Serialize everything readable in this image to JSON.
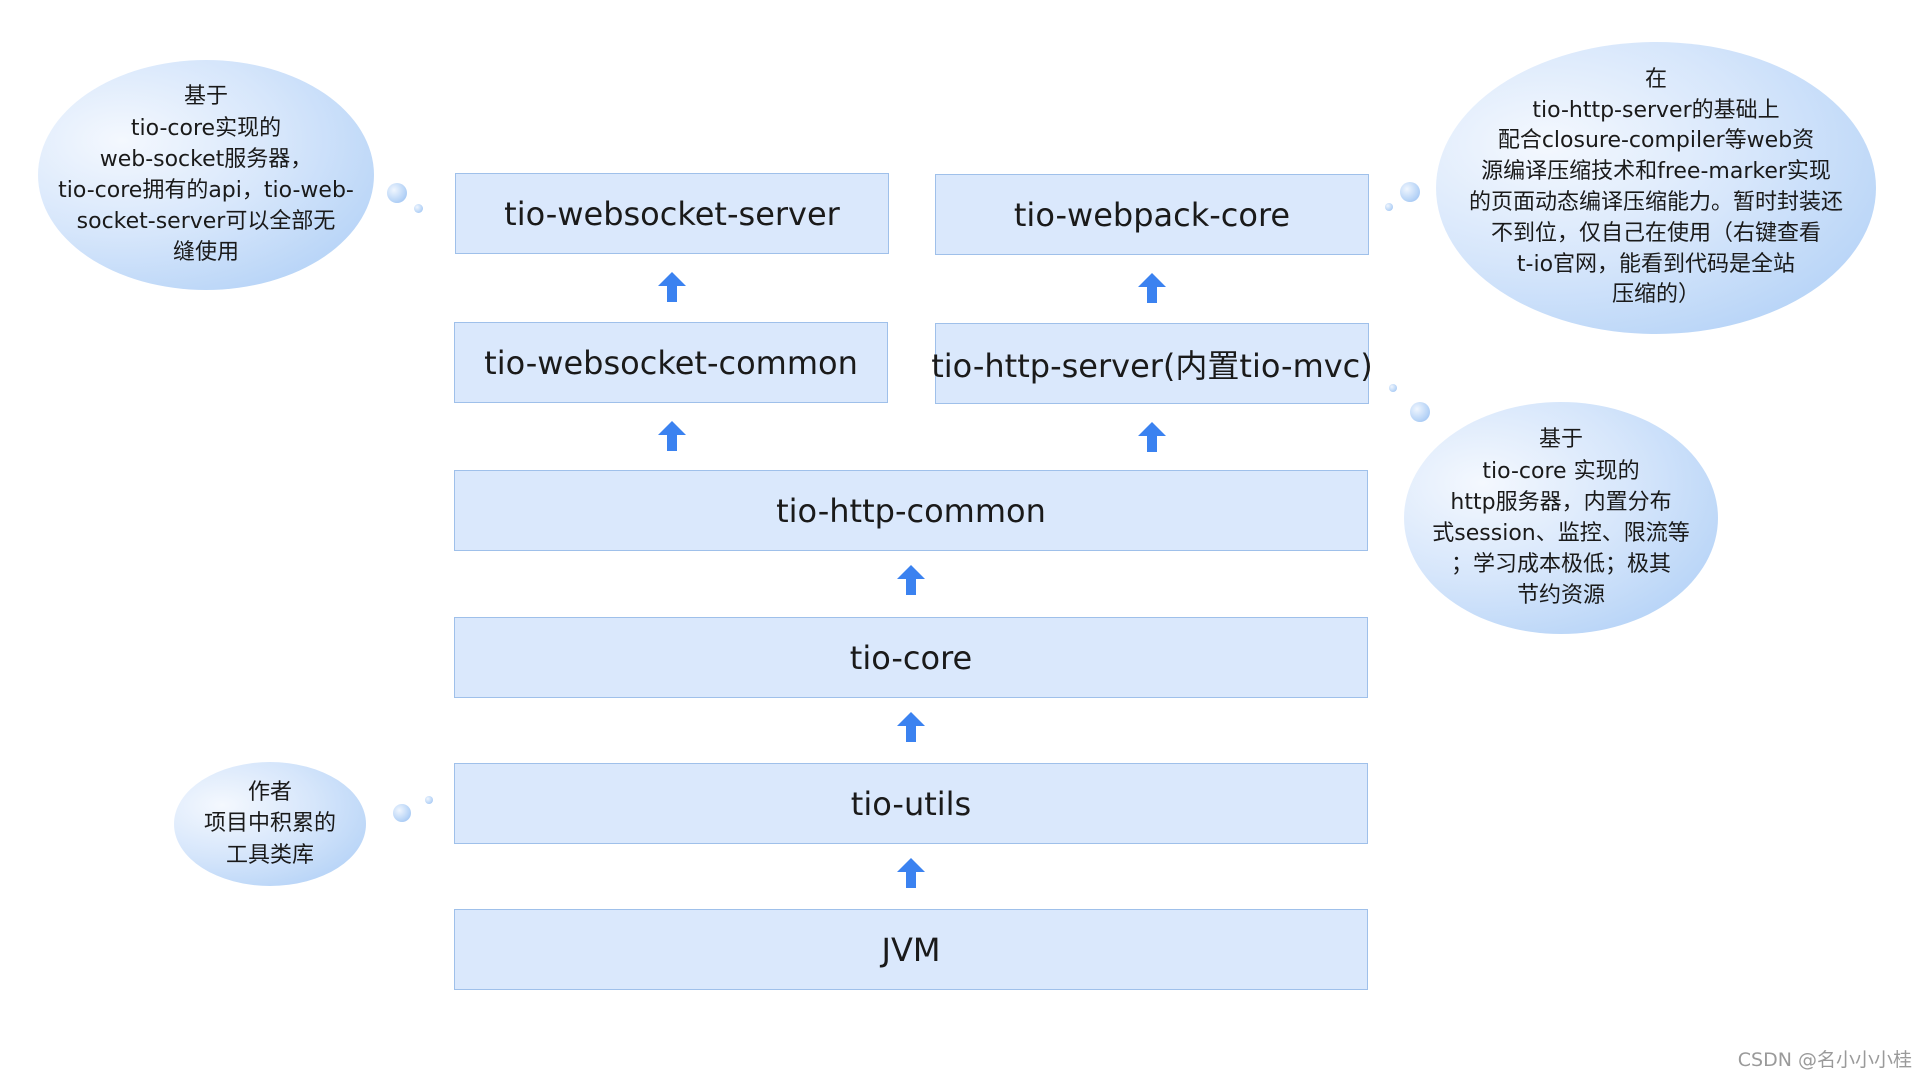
{
  "diagram": {
    "layers": {
      "websocket_server": "tio-websocket-server",
      "webpack_core": "tio-webpack-core",
      "websocket_common": "tio-websocket-common",
      "http_server": "tio-http-server(内置tio-mvc)",
      "http_common": "tio-http-common",
      "core": "tio-core",
      "utils": "tio-utils",
      "jvm": "JVM"
    },
    "notes": {
      "websocket": [
        "基于",
        "tio-core实现的",
        "web-socket服务器，",
        "tio-core拥有的api，tio-web-",
        "socket-server可以全部无",
        "缝使用"
      ],
      "webpack": [
        "在",
        "tio-http-server的基础上",
        "配合closure-compiler等web资",
        "源编译压缩技术和free-marker实现",
        "的页面动态编译压缩能力。暂时封装还",
        "不到位，仅自己在使用（右键查看",
        "t-io官网，能看到代码是全站",
        "压缩的）"
      ],
      "http": [
        "基于",
        "tio-core 实现的",
        "http服务器，内置分布",
        "式session、监控、限流等",
        "；学习成本极低；极其",
        "节约资源"
      ],
      "utils": [
        "作者",
        "项目中积累的",
        "工具类库"
      ]
    },
    "watermark": "CSDN @名小小小桂",
    "colors": {
      "box_fill": "#dae8fc",
      "box_border": "#9fc0ea",
      "arrow": "#3b82f0",
      "bubble_edge": "#a8cbf5"
    }
  }
}
